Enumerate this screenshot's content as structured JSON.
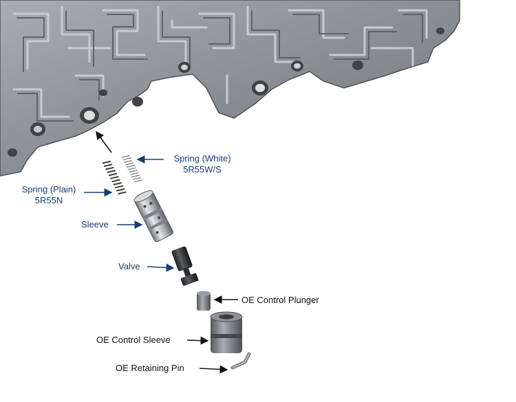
{
  "labels": {
    "spring_white": {
      "line1": "Spring (White)",
      "line2": "5R55W/S"
    },
    "spring_plain": {
      "line1": "Spring (Plain)",
      "line2": "5R55N"
    },
    "sleeve": "Sleeve",
    "valve": "Valve",
    "oe_control_plunger": "OE Control Plunger",
    "oe_control_sleeve": "OE Control Sleeve",
    "oe_retaining_pin": "OE Retaining Pin"
  },
  "colors": {
    "blue_label": "#123e74",
    "black_label": "#111111",
    "valve_body": "#8d9297",
    "valve_body_dark": "#55595e",
    "metal_part": "#b9bcc0"
  }
}
